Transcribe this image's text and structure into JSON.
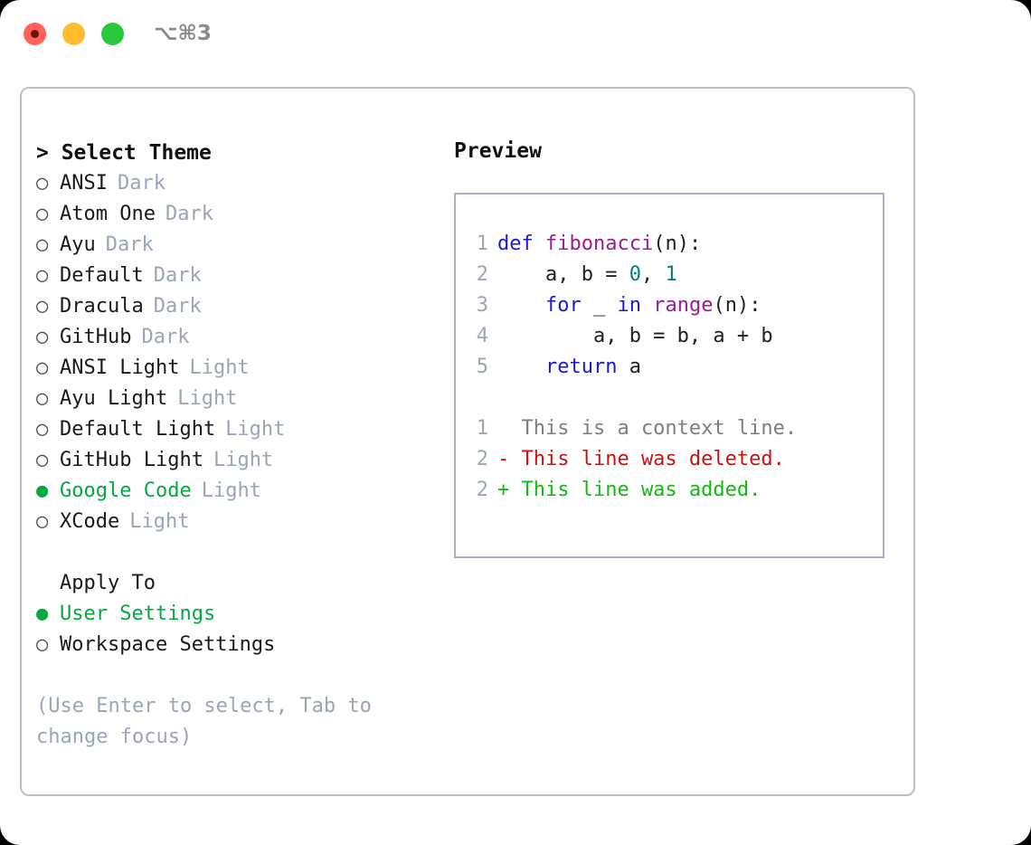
{
  "titlebar": {
    "shortcut": "⌥⌘3",
    "lights": [
      "close-red",
      "minimize-yellow",
      "maximize-green"
    ]
  },
  "theme_picker": {
    "header": "> Select Theme",
    "items": [
      {
        "bullet": "○",
        "label": "ANSI",
        "tag": "Dark",
        "selected": false
      },
      {
        "bullet": "○",
        "label": "Atom One",
        "tag": "Dark",
        "selected": false
      },
      {
        "bullet": "○",
        "label": "Ayu",
        "tag": "Dark",
        "selected": false
      },
      {
        "bullet": "○",
        "label": "Default",
        "tag": "Dark",
        "selected": false
      },
      {
        "bullet": "○",
        "label": "Dracula",
        "tag": "Dark",
        "selected": false
      },
      {
        "bullet": "○",
        "label": "GitHub",
        "tag": "Dark",
        "selected": false
      },
      {
        "bullet": "○",
        "label": "ANSI Light",
        "tag": "Light",
        "selected": false
      },
      {
        "bullet": "○",
        "label": "Ayu Light",
        "tag": "Light",
        "selected": false
      },
      {
        "bullet": "○",
        "label": "Default Light",
        "tag": "Light",
        "selected": false
      },
      {
        "bullet": "○",
        "label": "GitHub Light",
        "tag": "Light",
        "selected": false
      },
      {
        "bullet": "●",
        "label": "Google Code",
        "tag": "Light",
        "selected": true
      },
      {
        "bullet": "○",
        "label": "XCode",
        "tag": "Light",
        "selected": false
      }
    ]
  },
  "apply_to": {
    "title": "Apply To",
    "items": [
      {
        "bullet": "●",
        "label": "User Settings",
        "selected": true
      },
      {
        "bullet": "○",
        "label": "Workspace Settings",
        "selected": false
      }
    ]
  },
  "hint": "(Use Enter to select, Tab to change focus)",
  "preview": {
    "title": "Preview",
    "code_lines": [
      {
        "no": "1",
        "tokens": [
          {
            "t": "def",
            "c": "tok-kw"
          },
          {
            "t": " ",
            "c": "tok-txt"
          },
          {
            "t": "fibonacci",
            "c": "tok-fn"
          },
          {
            "t": "(n):",
            "c": "tok-txt"
          }
        ]
      },
      {
        "no": "2",
        "tokens": [
          {
            "t": "    a, b = ",
            "c": "tok-txt"
          },
          {
            "t": "0",
            "c": "tok-num"
          },
          {
            "t": ", ",
            "c": "tok-txt"
          },
          {
            "t": "1",
            "c": "tok-num"
          }
        ]
      },
      {
        "no": "3",
        "tokens": [
          {
            "t": "    ",
            "c": "tok-txt"
          },
          {
            "t": "for",
            "c": "tok-kw"
          },
          {
            "t": " _ ",
            "c": "tok-txt"
          },
          {
            "t": "in",
            "c": "tok-kw"
          },
          {
            "t": " ",
            "c": "tok-txt"
          },
          {
            "t": "range",
            "c": "tok-fn"
          },
          {
            "t": "(n):",
            "c": "tok-txt"
          }
        ]
      },
      {
        "no": "4",
        "tokens": [
          {
            "t": "        a, b = b, a + b",
            "c": "tok-txt"
          }
        ]
      },
      {
        "no": "5",
        "tokens": [
          {
            "t": "    ",
            "c": "tok-txt"
          },
          {
            "t": "return",
            "c": "tok-kw"
          },
          {
            "t": " a",
            "c": "tok-txt"
          }
        ]
      }
    ],
    "diff_lines": [
      {
        "no": "1",
        "text": "  This is a context line.",
        "kind": "diff-ctx"
      },
      {
        "no": "2",
        "text": "- This line was deleted.",
        "kind": "diff-del"
      },
      {
        "no": "2",
        "text": "+ This line was added.",
        "kind": "diff-add"
      }
    ]
  },
  "colors": {
    "accent_green": "#07a843",
    "tag_gray": "#9aa5b8",
    "keyword_blue": "#1a1ad6",
    "function_magenta": "#9c1a94",
    "number_teal": "#00807f",
    "diff_deleted_red": "#cc1111",
    "diff_added_green": "#11bb11",
    "panel_border": "#b9c0cc"
  }
}
